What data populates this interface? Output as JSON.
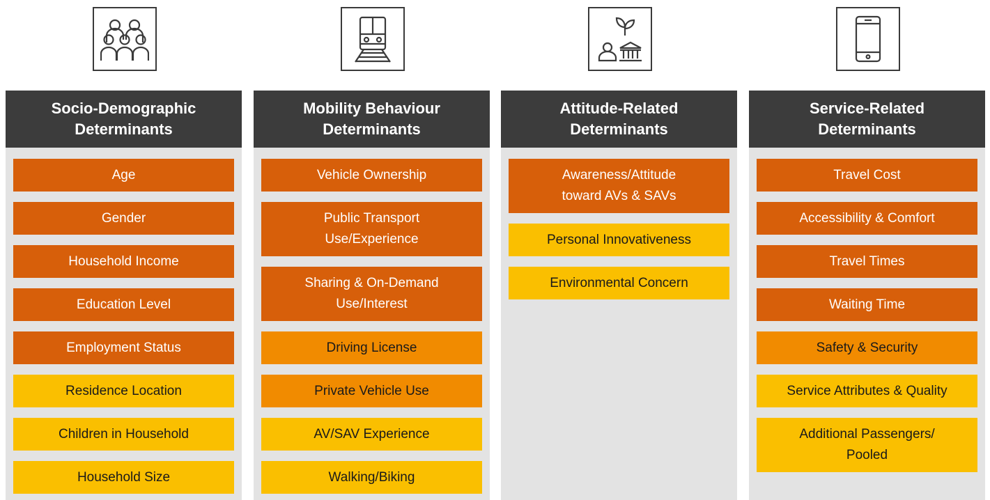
{
  "columns": [
    {
      "icon": "people-group-icon",
      "title": "Socio-Demographic\nDeterminants",
      "items": [
        {
          "label": "Age",
          "level": "dark"
        },
        {
          "label": "Gender",
          "level": "dark"
        },
        {
          "label": "Household Income",
          "level": "dark"
        },
        {
          "label": "Education Level",
          "level": "dark"
        },
        {
          "label": "Employment Status",
          "level": "dark"
        },
        {
          "label": "Residence Location",
          "level": "light"
        },
        {
          "label": "Children in Household",
          "level": "light"
        },
        {
          "label": "Household Size",
          "level": "light"
        }
      ]
    },
    {
      "icon": "train-icon",
      "title": "Mobility Behaviour\nDeterminants",
      "items": [
        {
          "label": "Vehicle Ownership",
          "level": "dark"
        },
        {
          "label": "Public Transport\nUse/Experience",
          "level": "dark"
        },
        {
          "label": "Sharing & On-Demand\nUse/Interest",
          "level": "dark"
        },
        {
          "label": "Driving License",
          "level": "mid"
        },
        {
          "label": "Private Vehicle Use",
          "level": "mid"
        },
        {
          "label": "AV/SAV Experience",
          "level": "light"
        },
        {
          "label": "Walking/Biking",
          "level": "light"
        }
      ]
    },
    {
      "icon": "person-plant-institution-icon",
      "title": "Attitude-Related\nDeterminants",
      "items": [
        {
          "label": "Awareness/Attitude\ntoward AVs & SAVs",
          "level": "dark"
        },
        {
          "label": "Personal Innovativeness",
          "level": "light"
        },
        {
          "label": "Environmental Concern",
          "level": "light"
        }
      ]
    },
    {
      "icon": "smartphone-icon",
      "title": "Service-Related\nDeterminants",
      "items": [
        {
          "label": "Travel Cost",
          "level": "dark"
        },
        {
          "label": "Accessibility & Comfort",
          "level": "dark"
        },
        {
          "label": "Travel Times",
          "level": "dark"
        },
        {
          "label": "Waiting Time",
          "level": "dark"
        },
        {
          "label": "Safety & Security",
          "level": "mid"
        },
        {
          "label": "Service Attributes & Quality",
          "level": "light"
        },
        {
          "label": "Additional Passengers/\nPooled",
          "level": "light"
        }
      ]
    }
  ],
  "colors": {
    "header": "#3c3c3c",
    "panel": "#e3e3e3",
    "dark": "#d75f0a",
    "mid": "#f18b00",
    "light": "#fabf00"
  }
}
